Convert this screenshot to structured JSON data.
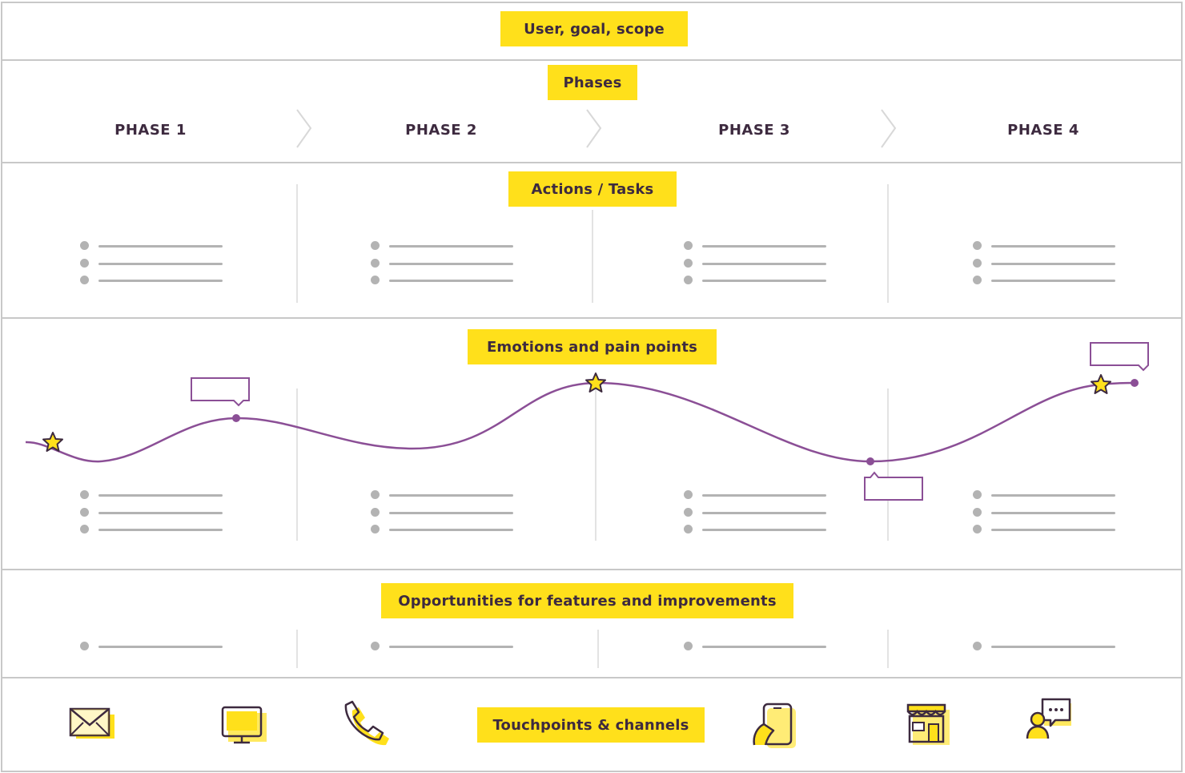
{
  "sections": {
    "user_goal_scope": "User, goal, scope",
    "phases": "Phases",
    "actions_tasks": "Actions / Tasks",
    "emotions": "Emotions and pain points",
    "opportunities": "Opportunities for features and improvements",
    "touchpoints": "Touchpoints & channels"
  },
  "phase_labels": [
    "PHASE 1",
    "PHASE 2",
    "PHASE 3",
    "PHASE 4"
  ],
  "colors": {
    "accent_yellow": "#ffe01b",
    "curve_purple": "#8b4f96",
    "text_dark": "#3d2a3f",
    "placeholder_gray": "#b3b3b3"
  },
  "touchpoint_icons": [
    "envelope-icon",
    "monitor-icon",
    "phone-icon",
    "mobile-hand-icon",
    "storefront-icon",
    "chat-support-icon"
  ]
}
